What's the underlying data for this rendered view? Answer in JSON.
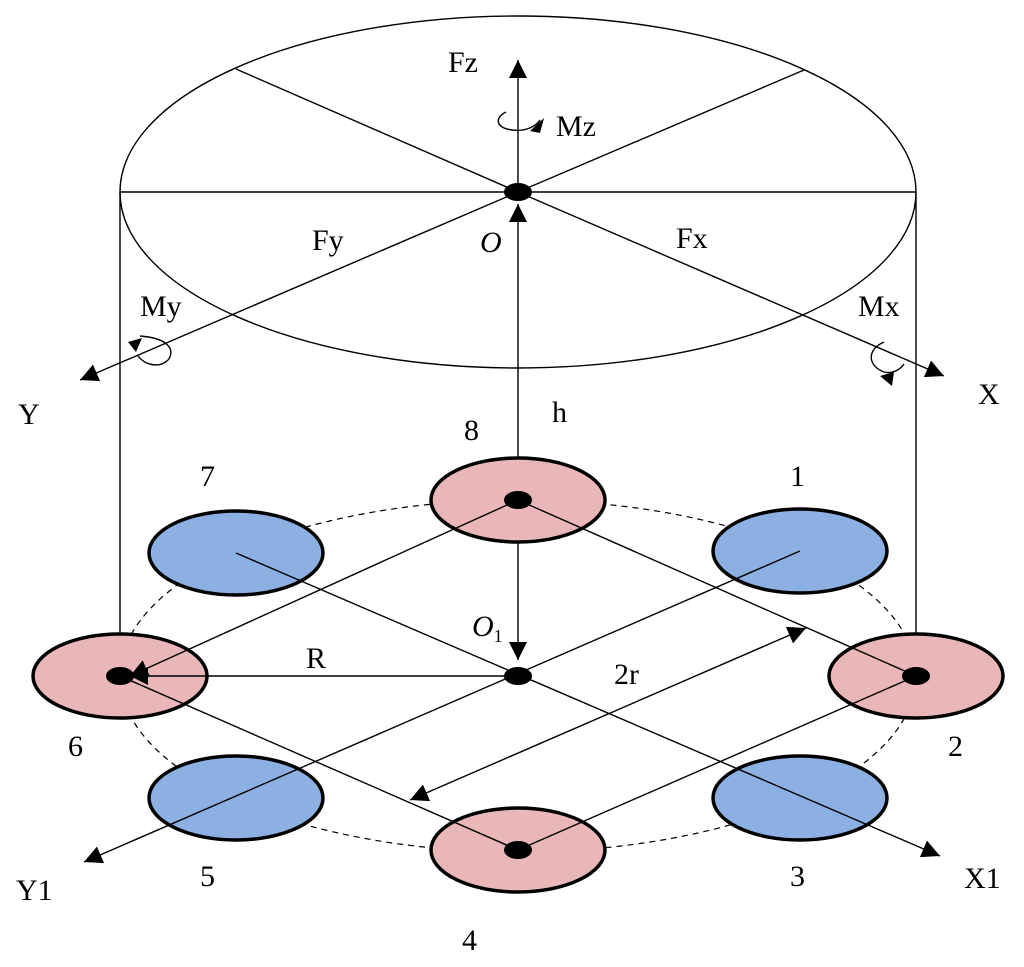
{
  "colors": {
    "pink_pad": "#e9b7b7",
    "blue_pad": "#8db0e2",
    "stroke": "#000000",
    "background": "#ffffff"
  },
  "labels": {
    "fz": "Fz",
    "mz": "Mz",
    "fy": "Fy",
    "fx": "Fx",
    "o": "O",
    "my": "My",
    "mx": "Mx",
    "y": "Y",
    "x": "X",
    "h": "h",
    "o1_main": "O",
    "o1_sub": "1",
    "r_big": "R",
    "two_r": "2r",
    "y1": "Y1",
    "x1": "X1"
  },
  "pads": [
    {
      "number": "1",
      "color": "blue"
    },
    {
      "number": "2",
      "color": "pink"
    },
    {
      "number": "3",
      "color": "blue"
    },
    {
      "number": "4",
      "color": "pink"
    },
    {
      "number": "5",
      "color": "blue"
    },
    {
      "number": "6",
      "color": "pink"
    },
    {
      "number": "7",
      "color": "blue"
    },
    {
      "number": "8",
      "color": "pink"
    }
  ]
}
